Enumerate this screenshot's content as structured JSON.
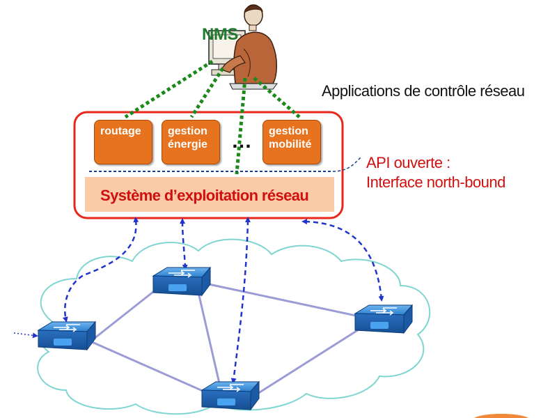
{
  "nms_label": "NMS",
  "applications_label": "Applications de contrôle réseau",
  "apps": [
    {
      "line1": "routage",
      "line2": ""
    },
    {
      "line1": "gestion",
      "line2": "énergie"
    },
    {
      "line1": "gestion",
      "line2": "mobilité"
    }
  ],
  "ellipsis": "…",
  "os_label": "Système d’exploitation réseau",
  "api_label_line1": "API ouverte :",
  "api_label_line2": "Interface north-bound",
  "colors": {
    "controller_border": "#e8261a",
    "app_box": "#e8731e",
    "os_bar": "#fbcba8",
    "nms_text": "#1f7a2e",
    "nms_links": "#1b8a1b",
    "api_text": "#d01010",
    "southbound_links": "#2233cc",
    "switch_links": "#9b9bd6",
    "cloud_outline": "#7fd6d0",
    "switch_body": "#2b77c9"
  },
  "icons": [
    "person-at-computer-icon",
    "network-switch-icon"
  ]
}
